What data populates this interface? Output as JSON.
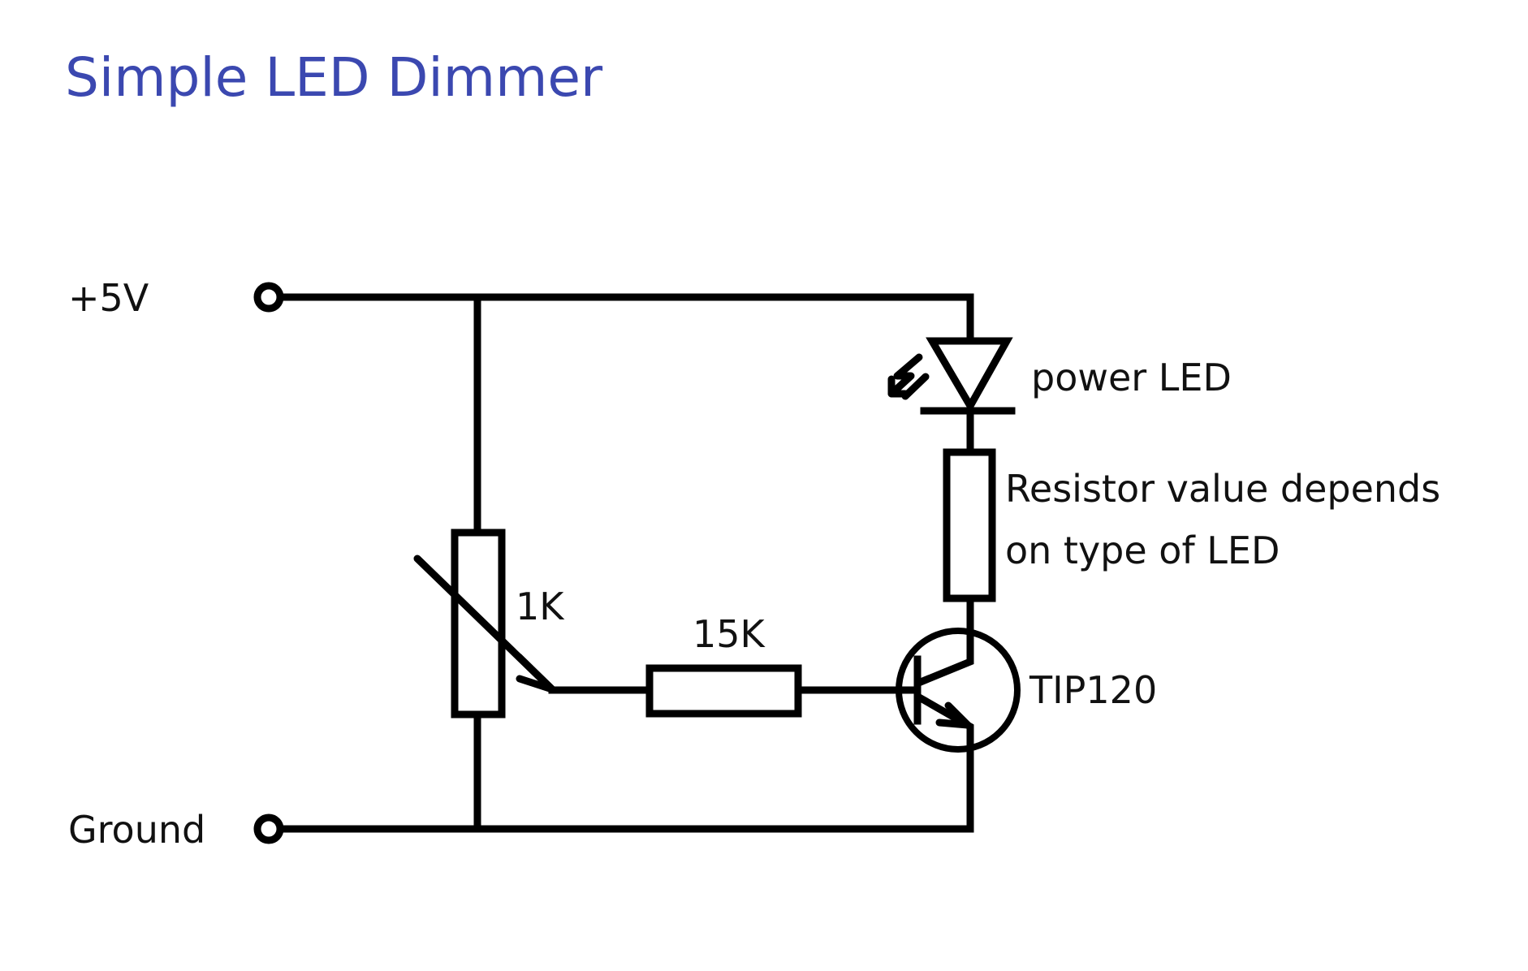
{
  "title": "Simple LED Dimmer",
  "colors": {
    "title": "#3b48b0",
    "line": "#000000",
    "text": "#111111",
    "background": "#ffffff"
  },
  "terminals": {
    "supply_label": "+5V",
    "ground_label": "Ground"
  },
  "components": {
    "potentiometer": {
      "type": "potentiometer",
      "label": "1K"
    },
    "base_resistor": {
      "type": "resistor",
      "label": "15K"
    },
    "led": {
      "type": "led",
      "label": "power LED"
    },
    "led_resistor": {
      "type": "resistor",
      "note_line1": "Resistor value depends",
      "note_line2": "on type of LED"
    },
    "transistor": {
      "type": "npn-darlington-transistor",
      "label": "TIP120"
    }
  },
  "icons": {
    "supply_terminal": "open-circle-terminal",
    "ground_terminal": "open-circle-terminal",
    "led_emission": "light-emission-arrows"
  }
}
